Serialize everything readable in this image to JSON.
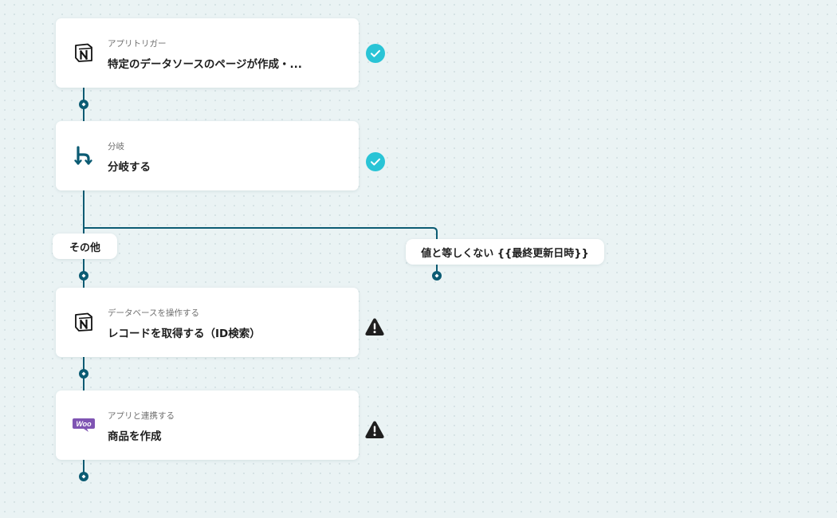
{
  "steps": [
    {
      "subtitle": "アプリトリガー",
      "title": "特定のデータソースのページが作成・...",
      "app_icon": "notion-icon",
      "status": "success"
    },
    {
      "subtitle": "分岐",
      "title": "分岐する",
      "app_icon": "branch-icon",
      "status": "success"
    },
    {
      "subtitle": "データベースを操作する",
      "title": "レコードを取得する（ID検索）",
      "app_icon": "notion-icon",
      "status": "warning"
    },
    {
      "subtitle": "アプリと連携する",
      "title": "商品を作成",
      "app_icon": "woocommerce-icon",
      "status": "warning"
    }
  ],
  "branches": {
    "left_label": "その他",
    "right_label": "値と等しくない {{最終更新日時}}"
  },
  "woo_logo_text": "Woo",
  "colors": {
    "line": "#0b5b73",
    "check": "#29c4d6",
    "warning": "#1f1f1f",
    "branch_icon": "#0b5b73",
    "woo": "#7f54b3"
  }
}
